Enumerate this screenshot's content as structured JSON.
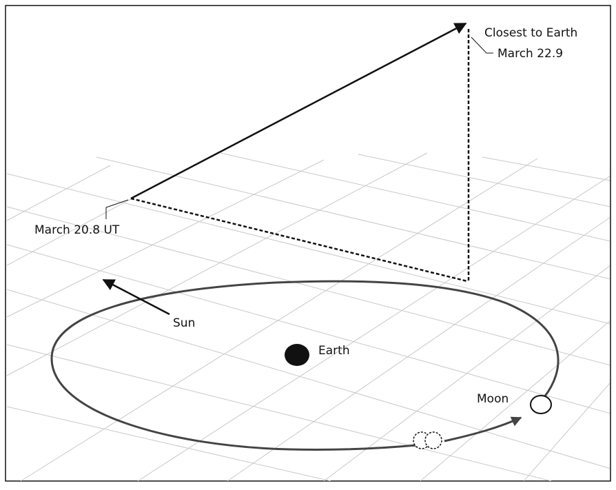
{
  "diagram": {
    "labels": {
      "start": "March 20.8 UT",
      "closest_line1": "Closest to Earth",
      "closest_line2": "March 22.9",
      "sun": "Sun",
      "earth": "Earth",
      "moon": "Moon"
    },
    "colors": {
      "grid": "#c8c8c8",
      "ink": "#111111",
      "orbit": "#444444",
      "background": "#ffffff"
    }
  }
}
